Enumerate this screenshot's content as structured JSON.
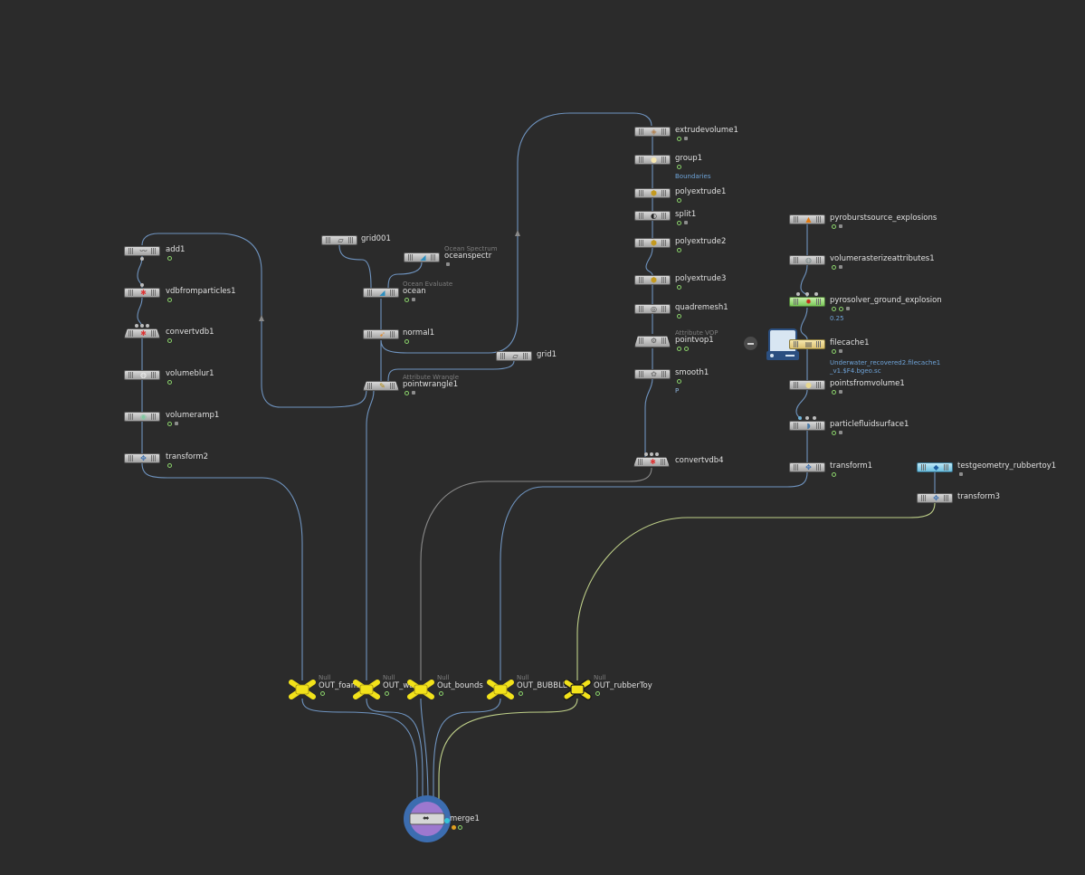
{
  "nodes": {
    "add1": {
      "label": "add1"
    },
    "vdbfromparticles1": {
      "label": "vdbfromparticles1"
    },
    "convertvdb1": {
      "label": "convertvdb1"
    },
    "volumeblur1": {
      "label": "volumeblur1"
    },
    "volumeramp1": {
      "label": "volumeramp1"
    },
    "transform2": {
      "label": "transform2"
    },
    "grid001": {
      "label": "grid001"
    },
    "oceanspectr": {
      "label": "oceanspectr",
      "type": "Ocean Spectrum"
    },
    "ocean": {
      "label": "ocean",
      "type": "Ocean Evaluate"
    },
    "normal1": {
      "label": "normal1"
    },
    "grid1": {
      "label": "grid1"
    },
    "pointwrangle1": {
      "label": "pointwrangle1",
      "type": "Attribute Wrangle"
    },
    "extrudevolume1": {
      "label": "extrudevolume1"
    },
    "group1": {
      "label": "group1",
      "sub": "Boundaries"
    },
    "polyextrude1": {
      "label": "polyextrude1"
    },
    "split1": {
      "label": "split1"
    },
    "polyextrude2": {
      "label": "polyextrude2"
    },
    "polyextrude3": {
      "label": "polyextrude3"
    },
    "quadremesh1": {
      "label": "quadremesh1"
    },
    "pointvop1": {
      "label": "pointvop1",
      "type": "Attribute VOP"
    },
    "smooth1": {
      "label": "smooth1",
      "sub": "P"
    },
    "convertvdb4": {
      "label": "convertvdb4"
    },
    "pyroburstsource_explosions": {
      "label": "pyroburstsource_explosions"
    },
    "volumerasterizeattributes1": {
      "label": "volumerasterizeattributes1"
    },
    "pyrosolver_ground_explosion": {
      "label": "pyrosolver_ground_explosion",
      "sub": "0.25"
    },
    "filecache1": {
      "label": "filecache1",
      "sub1": "Underwater_recovered2.filecache1",
      "sub2": "_v1.$F4.bgeo.sc"
    },
    "pointsfromvolume1": {
      "label": "pointsfromvolume1"
    },
    "particlefluidsurface1": {
      "label": "particlefluidsurface1"
    },
    "transform1": {
      "label": "transform1"
    },
    "testgeometry_rubbertoy1": {
      "label": "testgeometry_rubbertoy1"
    },
    "transform3": {
      "label": "transform3"
    },
    "merge1": {
      "label": "merge1"
    }
  },
  "nulls": {
    "type": "Null",
    "out_foam": {
      "label": "OUT_foam"
    },
    "out_water": {
      "label": "OUT_wa"
    },
    "out_bounds": {
      "label": "Out_bounds"
    },
    "out_bubbles": {
      "label": "OUT_BUBBLES"
    },
    "out_rubbertoy": {
      "label": "OUT_rubberToy"
    }
  },
  "colors": {
    "background": "#2b2b2b",
    "wire": "#6f94c0",
    "wire_gray": "#8a8a8a",
    "wire_green": "#bfd089",
    "null_yellow": "#f2e21a",
    "merge_blue": "#3c6db0",
    "merge_purple": "#9d78cf",
    "filecache_yellow": "#e9d58b",
    "pyrosolver_green": "#96d87a",
    "testgeometry_blue": "#7ecbe6"
  },
  "icons": {
    "add1": "polyline-icon",
    "vdbfromparticles1": "vdb-icon",
    "convertvdb1": "vdb-icon",
    "volumeblur1": "volume-icon",
    "volumeramp1": "ramp-icon",
    "transform2": "transform-icon",
    "grid001": "grid-icon",
    "oceanspectr": "ocean-icon",
    "ocean": "ocean-icon",
    "normal1": "normal-icon",
    "grid1": "grid-icon",
    "pointwrangle1": "wrangle-icon",
    "extrudevolume1": "extrude-icon",
    "group1": "group-icon",
    "polyextrude1": "polyextrude-icon",
    "split1": "split-icon",
    "polyextrude2": "polyextrude-icon",
    "polyextrude3": "polyextrude-icon",
    "quadremesh1": "remesh-icon",
    "pointvop1": "vop-icon",
    "smooth1": "smooth-icon",
    "convertvdb4": "vdb-icon",
    "pyroburstsource_explosions": "pyro-source-icon",
    "volumerasterizeattributes1": "rasterize-icon",
    "pyrosolver_ground_explosion": "pyro-solver-icon",
    "filecache1": "file-cache-icon",
    "pointsfromvolume1": "points-icon",
    "particlefluidsurface1": "fluid-surface-icon",
    "transform1": "transform-icon",
    "testgeometry_rubbertoy1": "rubbertoy-icon",
    "transform3": "transform-icon",
    "merge1": "merge-icon"
  }
}
